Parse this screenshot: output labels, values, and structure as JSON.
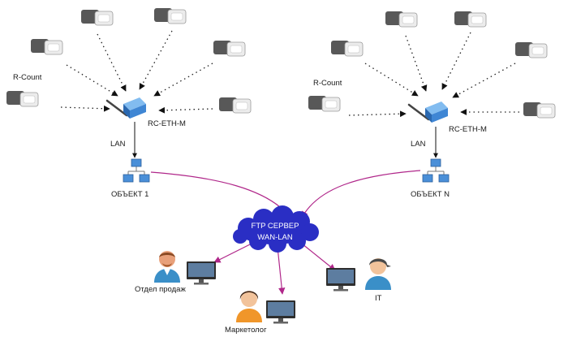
{
  "labels": {
    "sensor_left": "R-Count",
    "sensor_right": "R-Count",
    "controller_left": "RC-ETH-M",
    "controller_right": "RC-ETH-M",
    "lan_left": "LAN",
    "lan_right": "LAN",
    "object_left": "ОБЪЕКТ 1",
    "object_right": "ОБЪЕКТ N",
    "cloud_line1": "FTP СЕРВЕР",
    "cloud_line2": "WAN-LAN",
    "user_sales": "Отдел продаж",
    "user_marketer": "Маркетолог",
    "user_it": "IT"
  },
  "colors": {
    "link_magenta": "#b0278a",
    "cloud": "#2a2ec4",
    "device_blue": "#3f86d4",
    "sensor_body": "#585858",
    "network_blue": "#4a8fd8"
  },
  "icons": {
    "sensor": "people-counter-sensor-icon",
    "controller": "ethernet-controller-icon",
    "network": "lan-network-icon",
    "cloud": "cloud-icon",
    "user": "person-icon",
    "monitor": "monitor-icon"
  }
}
